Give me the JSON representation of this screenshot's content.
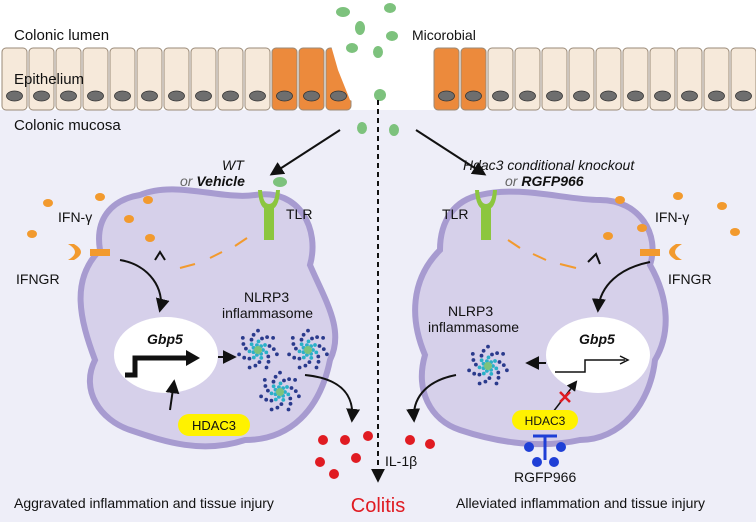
{
  "labels": {
    "lumen": "Colonic lumen",
    "epithelium": "Epithelium",
    "mucosa": "Colonic mucosa",
    "microbial": "Micorobial",
    "wt_line1": "WT",
    "wt_or": "or",
    "wt_vehicle": "Vehicle",
    "ko_line1": "Hdac3 conditional knockout",
    "ko_or": "or",
    "ko_drug": "RGFP966",
    "tlr_left": "TLR",
    "tlr_right": "TLR",
    "ifng_left": "IFN-γ",
    "ifng_right": "IFN-γ",
    "ifngr_left": "IFNGR",
    "ifngr_right": "IFNGR",
    "nlrp3_left_1": "NLRP3",
    "nlrp3_left_2": "inflammasome",
    "nlrp3_right_1": "NLRP3",
    "nlrp3_right_2": "inflammasome",
    "gbp5_left": "Gbp5",
    "gbp5_right": "Gbp5",
    "hdac3_left": "HDAC3",
    "hdac3_right": "HDAC3",
    "il1b": "IL-1β",
    "rgfp_label": "RGFP966",
    "left_caption": "Aggravated inflammation and tissue injury",
    "right_caption": "Alleviated inflammation and tissue injury",
    "colitis": "Colitis"
  },
  "colors": {
    "cell_fill": "#d6d0ea",
    "cell_stroke": "#a79bd0",
    "mucosa_bg": "#eeeef8",
    "epi_cell": "#f6e9da",
    "epi_damaged": "#ec8a3c",
    "microbe": "#7dc27d",
    "orange": "#f29a2e",
    "tlr_green": "#8cc63f",
    "hdac_yellow": "#fff200",
    "il1b_red": "#e01b22",
    "inhibitor_blue": "#1f3fd6",
    "colitis_red": "#e01b22"
  }
}
